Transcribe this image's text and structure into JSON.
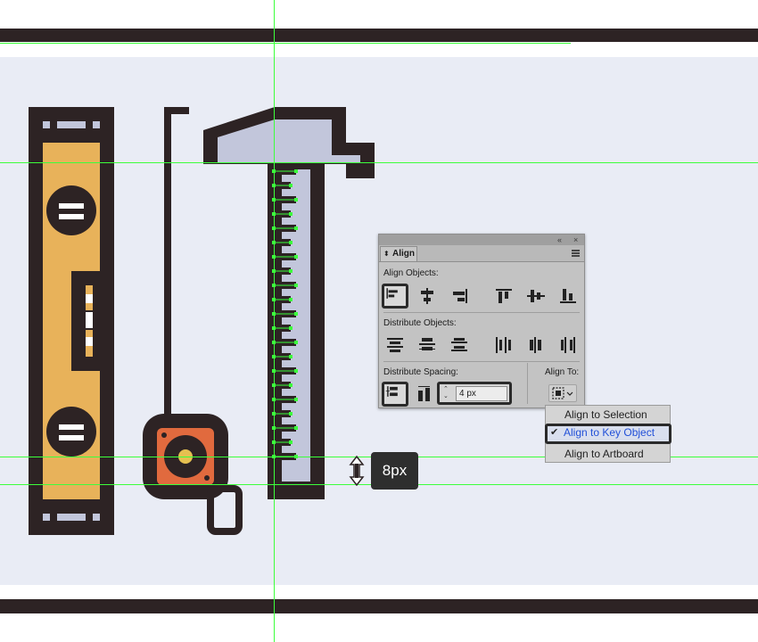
{
  "colors": {
    "canvas_bg": "#e9ecf5",
    "outline": "#2d2324",
    "level_yellow": "#e8b25a",
    "tape_orange": "#e16a3e",
    "tape_center": "#e6c050",
    "steel_lavender": "#c2c6db",
    "guide_green": "#3cff3c",
    "panel_bg": "#c3c3c3",
    "menu_highlight_text": "#2150d8"
  },
  "icons": {
    "spirit_level": "spirit-level-illustration",
    "tape_measure": "tape-measure-illustration",
    "speed_square": "try-square-illustration",
    "resize_cursor": "vertical-resize-cursor-icon"
  },
  "align_panel": {
    "tab_label": "Align",
    "collapse_glyph": "«",
    "close_glyph": "×",
    "align_objects_label": "Align Objects:",
    "align_objects_icons": [
      "horizontal-align-left-icon",
      "horizontal-align-center-icon",
      "horizontal-align-right-icon",
      "vertical-align-top-icon",
      "vertical-align-center-icon",
      "vertical-align-bottom-icon"
    ],
    "distribute_objects_label": "Distribute Objects:",
    "distribute_objects_icons": [
      "vertical-distribute-top-icon",
      "vertical-distribute-center-icon",
      "vertical-distribute-bottom-icon",
      "horizontal-distribute-left-icon",
      "horizontal-distribute-center-icon",
      "horizontal-distribute-right-icon"
    ],
    "distribute_spacing_label": "Distribute Spacing:",
    "spacing_value": "4 px",
    "align_to_label": "Align To:"
  },
  "align_to_menu": {
    "items": [
      "Align to Selection",
      "Align to Key Object",
      "Align to Artboard"
    ],
    "selected": "Align to Key Object",
    "check_glyph": "✔"
  },
  "measure_tooltip": "8px"
}
